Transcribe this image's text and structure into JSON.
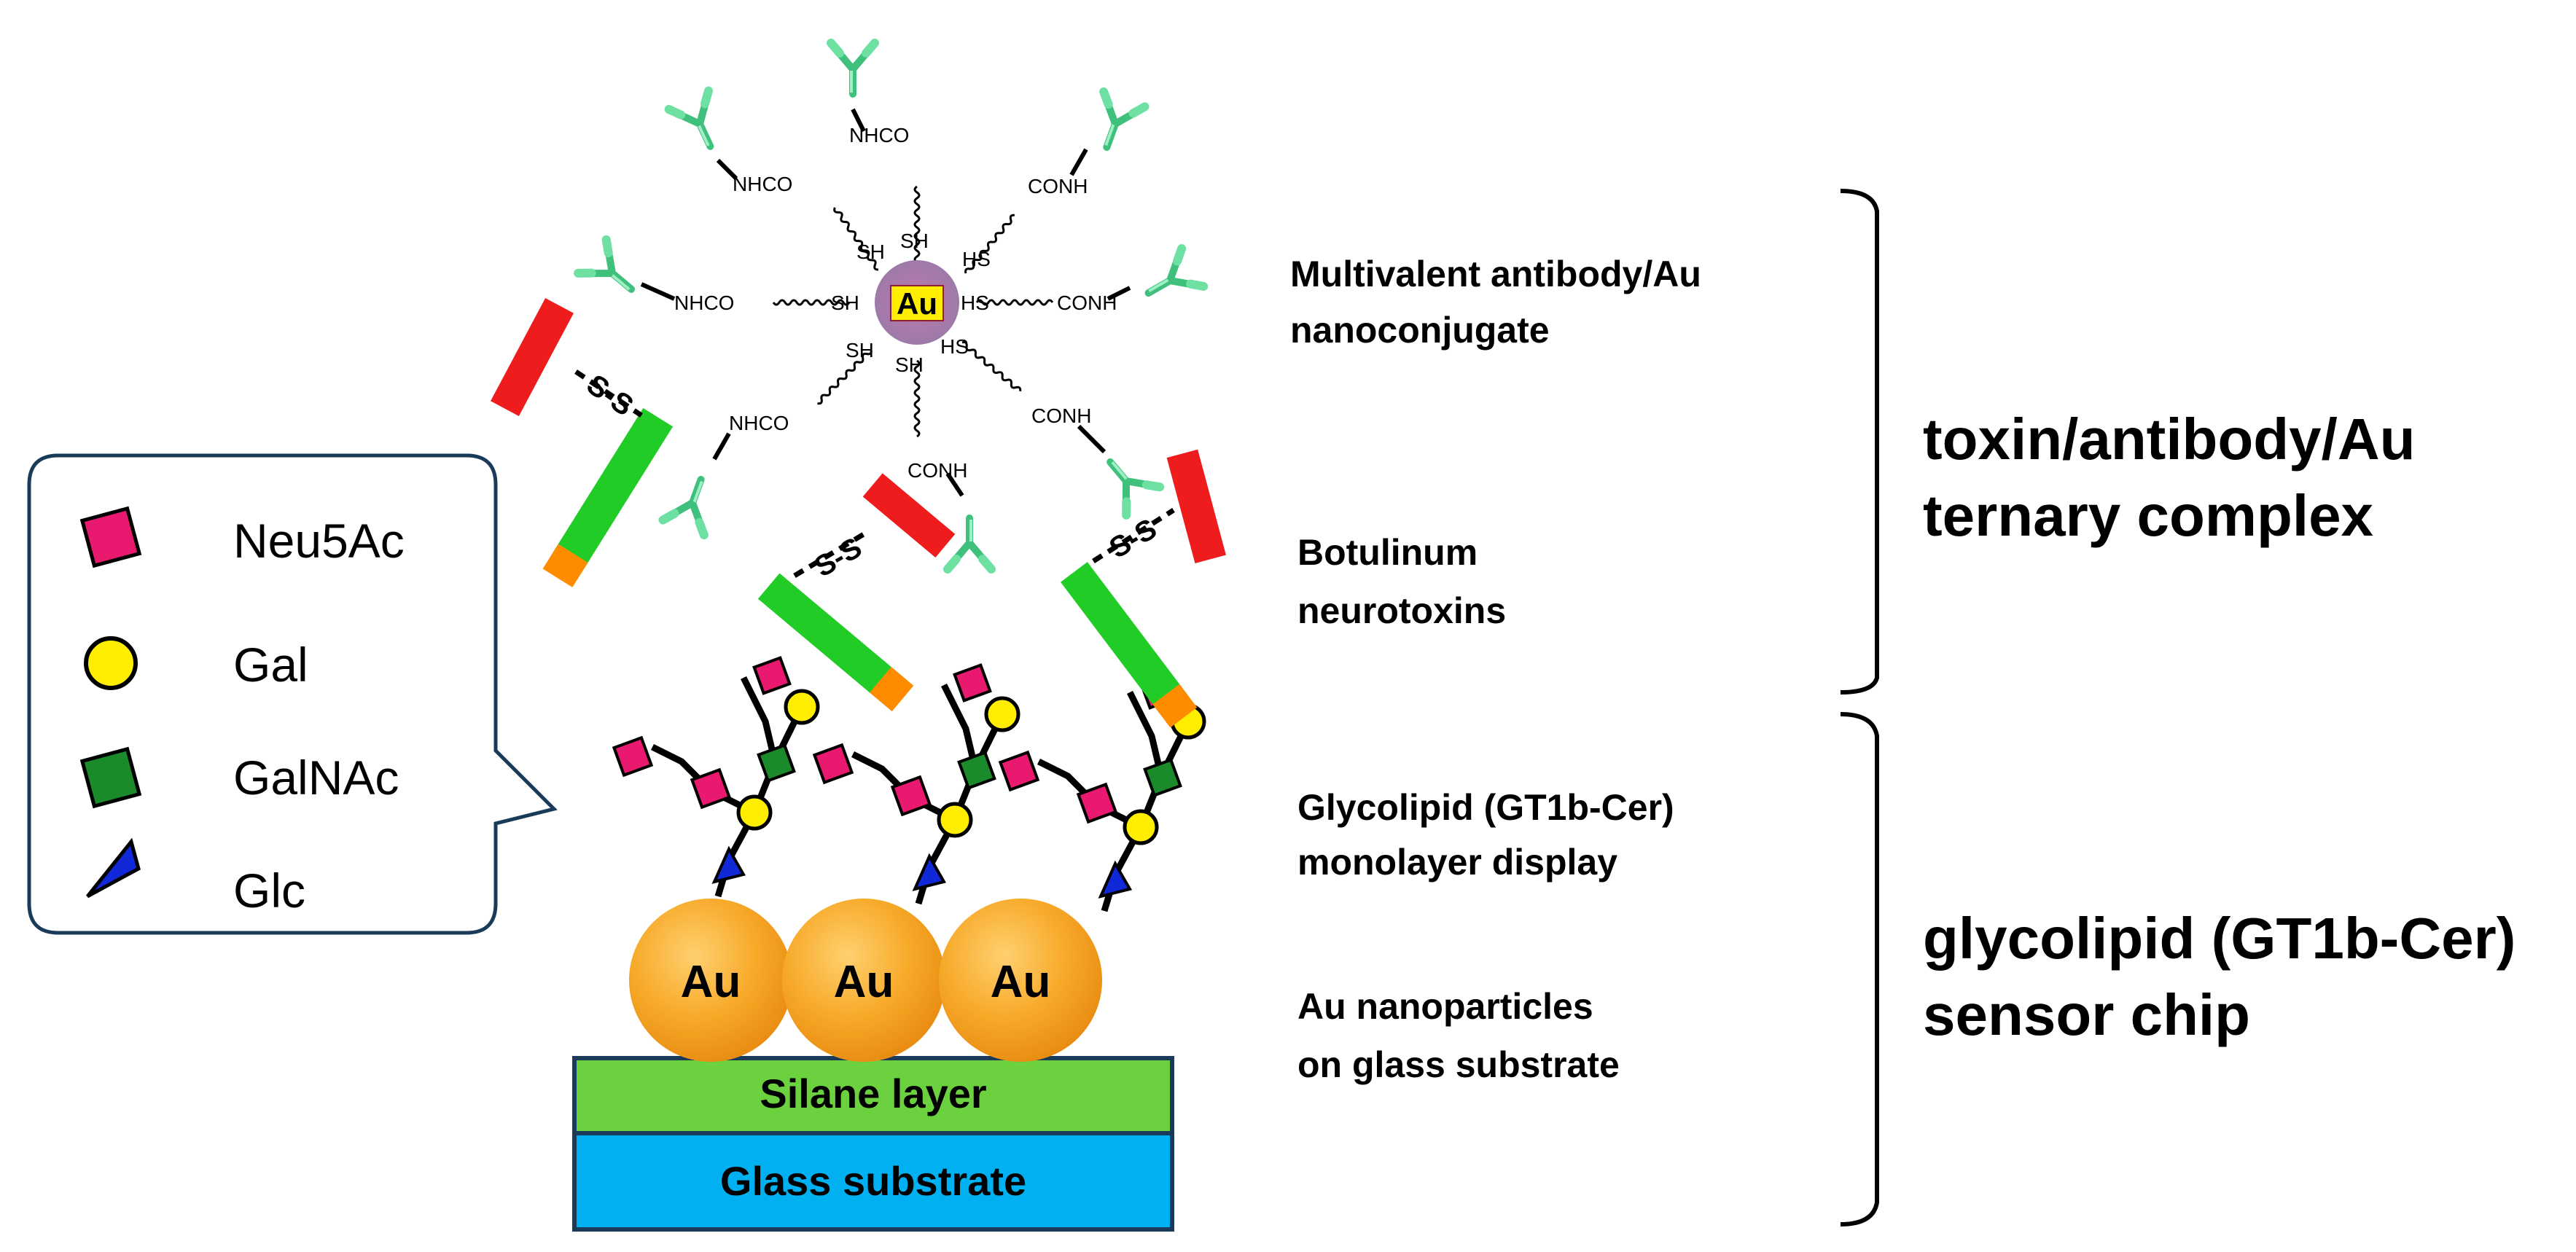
{
  "legend": {
    "items": [
      {
        "label": "Neu5Ac",
        "shape": "square",
        "color": "#e8196e"
      },
      {
        "label": "Gal",
        "shape": "circle",
        "color": "#ffee00"
      },
      {
        "label": "GalNAc",
        "shape": "square",
        "color": "#1a8a2a"
      },
      {
        "label": "Glc",
        "shape": "triangle",
        "color": "#1028d8"
      }
    ]
  },
  "nanoconjugate": {
    "core_label": "Au",
    "linkers": {
      "sh": "SH",
      "hs": "HS",
      "nhco": "NHCO",
      "conh": "CONH"
    },
    "disulfide": "S-S"
  },
  "chip": {
    "particle_label": "Au",
    "silane_label": "Silane layer",
    "glass_label": "Glass substrate"
  },
  "annotations": {
    "multivalent": [
      "Multivalent antibody/Au",
      "nanoconjugate"
    ],
    "botulinum": [
      "Botulinum",
      "neurotoxins"
    ],
    "glycolipid": [
      "Glycolipid (GT1b-Cer)",
      "monolayer display"
    ],
    "au_nano": [
      "Au nanoparticles",
      "on glass substrate"
    ]
  },
  "groups": {
    "ternary": [
      "toxin/antibody/Au",
      "ternary complex"
    ],
    "sensor": [
      "glycolipid (GT1b-Cer)",
      "sensor chip"
    ]
  },
  "colors": {
    "neu5ac": "#e8196e",
    "gal": "#ffee00",
    "galnac": "#1a8a2a",
    "glc": "#1028d8",
    "au_particle": "#f7a928",
    "silane": "#6cd13e",
    "glass": "#00b0f0",
    "toxin_red": "#ee1c1c",
    "toxin_green": "#21cc26",
    "toxin_orange": "#ff8c00",
    "antibody": "#6de0a2"
  }
}
